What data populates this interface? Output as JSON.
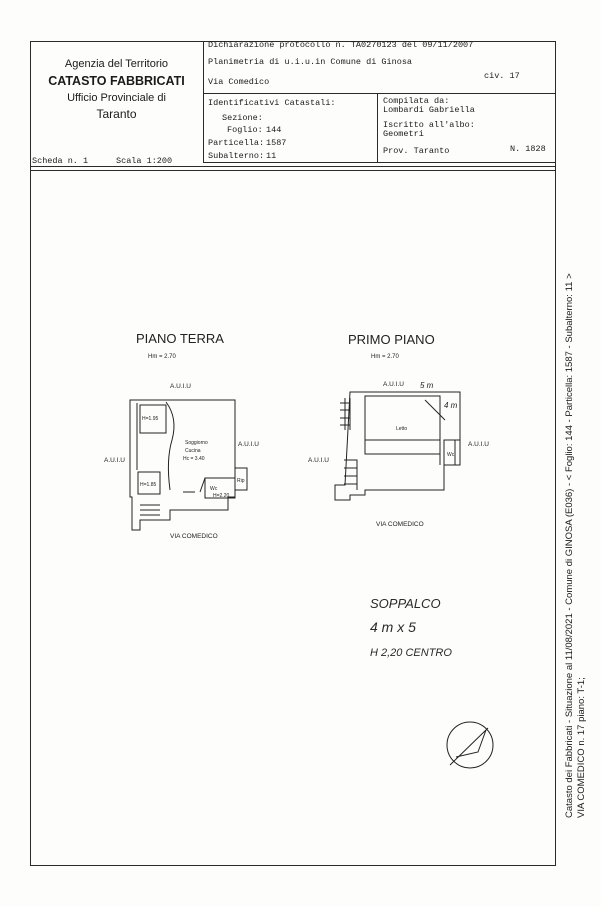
{
  "agency": {
    "name": "Agenzia del Territorio",
    "catasto": "CATASTO FABBRICATI",
    "office": "Ufficio Provinciale di",
    "city": "Taranto"
  },
  "header": {
    "protocol": "Dichiarazione protocollo n. TA0270123 del 09/11/2007",
    "planimetry": "Planimetria di u.i.u.in Comune di Ginosa",
    "address": "Via Comedico",
    "civic": "civ. 17",
    "identifiers_title": "Identificativi Catastali:",
    "sezione_label": "Sezione:",
    "sezione_value": "",
    "foglio_label": "Foglio:",
    "foglio_value": "144",
    "particella_label": "Particella:",
    "particella_value": "1587",
    "subalterno_label": "Subalterno:",
    "subalterno_value": "11",
    "compiled_label": "Compilata da:",
    "compiled_name": "Lombardi Gabriella",
    "registered_label": "Iscritto all'albo:",
    "registered_value": "Geometri",
    "province": "Prov. Taranto",
    "number": "N.  1828"
  },
  "scheda": {
    "label": "Scheda n. 1",
    "scale": "Scala 1:200"
  },
  "floors": {
    "ground_title": "PIANO TERRA",
    "ground_height": "Hm = 2.70",
    "first_title": "PRIMO PIANO",
    "first_height": "Hm = 2.70",
    "aiu": "A.U.I.U",
    "ground_rooms": {
      "soggiorno": "Soggiorno",
      "cucina": "Cucina",
      "hc": "Hc = 3.40",
      "h195": "H=1.95",
      "h185": "H=1.85",
      "wc": "Wc",
      "h220": "H=2.20",
      "rip": "Rip"
    },
    "first_rooms": {
      "letto": "Letto",
      "wc": "Wc"
    },
    "street": "VIA COMEDICO",
    "annot_5m": "5 m",
    "annot_4m": "4 m"
  },
  "handwritten": {
    "line1": "SOPPALCO",
    "line2": "4 m x 5",
    "line3": "H 2,20 CENTRO"
  },
  "side_text": {
    "line1": "Catasto dei Fabbricati - Situazione al 11/08/2021 - Comune di GINOSA (E036) - < Foglio: 144 - Particella: 1587 - Subalterno: 11 >",
    "line2": "VIA COMEDICO n. 17 piano: T-1;"
  }
}
